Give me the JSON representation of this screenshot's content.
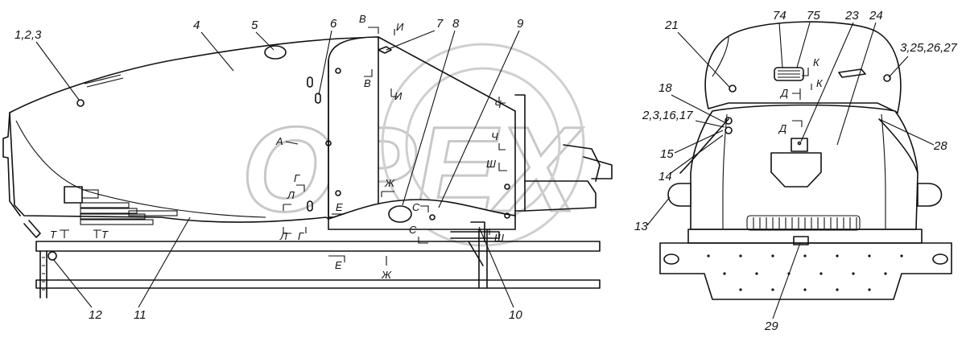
{
  "watermark": "OPEX",
  "callouts": [
    {
      "id": "c1",
      "text": "1,2,3"
    },
    {
      "id": "c4",
      "text": "4"
    },
    {
      "id": "c5",
      "text": "5"
    },
    {
      "id": "c6",
      "text": "6"
    },
    {
      "id": "c7",
      "text": "7"
    },
    {
      "id": "c8",
      "text": "8"
    },
    {
      "id": "c9",
      "text": "9"
    },
    {
      "id": "c10",
      "text": "10"
    },
    {
      "id": "c11",
      "text": "11"
    },
    {
      "id": "c12",
      "text": "12"
    },
    {
      "id": "c13",
      "text": "13"
    },
    {
      "id": "c14",
      "text": "14"
    },
    {
      "id": "c15",
      "text": "15"
    },
    {
      "id": "c16",
      "text": "2,3,16,17"
    },
    {
      "id": "c18",
      "text": "18"
    },
    {
      "id": "c21",
      "text": "21"
    },
    {
      "id": "c23",
      "text": "23"
    },
    {
      "id": "c24",
      "text": "24"
    },
    {
      "id": "c25",
      "text": "3,25,26,27"
    },
    {
      "id": "c28",
      "text": "28"
    },
    {
      "id": "c29",
      "text": "29"
    },
    {
      "id": "c74",
      "text": "74"
    },
    {
      "id": "c75",
      "text": "75"
    }
  ],
  "section_marks": {
    "A": "А",
    "B": "В",
    "I": "И",
    "G": "Г",
    "L": "Л",
    "E": "Е",
    "ZH": "Ж",
    "S": "С",
    "SH": "Ш",
    "CH": "Ч",
    "T": "Т",
    "K": "К",
    "D": "Д"
  }
}
